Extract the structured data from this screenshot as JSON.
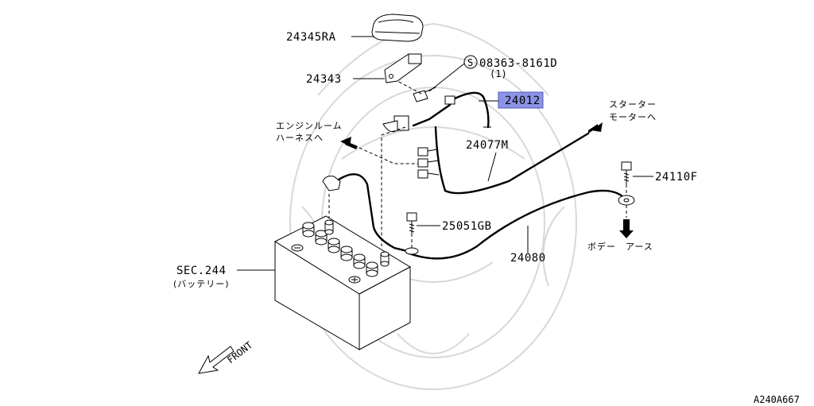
{
  "labels": {
    "cover": "24345RA",
    "bracket": "24343",
    "bolt_ref": "08363-8161D",
    "bolt_qty": "(1)",
    "bolt_symbol": "S",
    "main_harness": "24012",
    "starter_cable": "24077M",
    "starter_dest_line1": "スターター",
    "starter_dest_line2": "モーターへ",
    "engine_room_line1": "エンジンルーム",
    "engine_room_line2": "ハーネスへ",
    "bolt_ground": "24110F",
    "bolt_battery": "25051GB",
    "ground_cable": "24080",
    "body_earth": "ボデー　アース",
    "battery_sec": "SEC.244",
    "battery_name": "(バッテリー)",
    "front": "FRONT",
    "diagram_code": "A240A667"
  },
  "highlight_color": "#8a93e6"
}
